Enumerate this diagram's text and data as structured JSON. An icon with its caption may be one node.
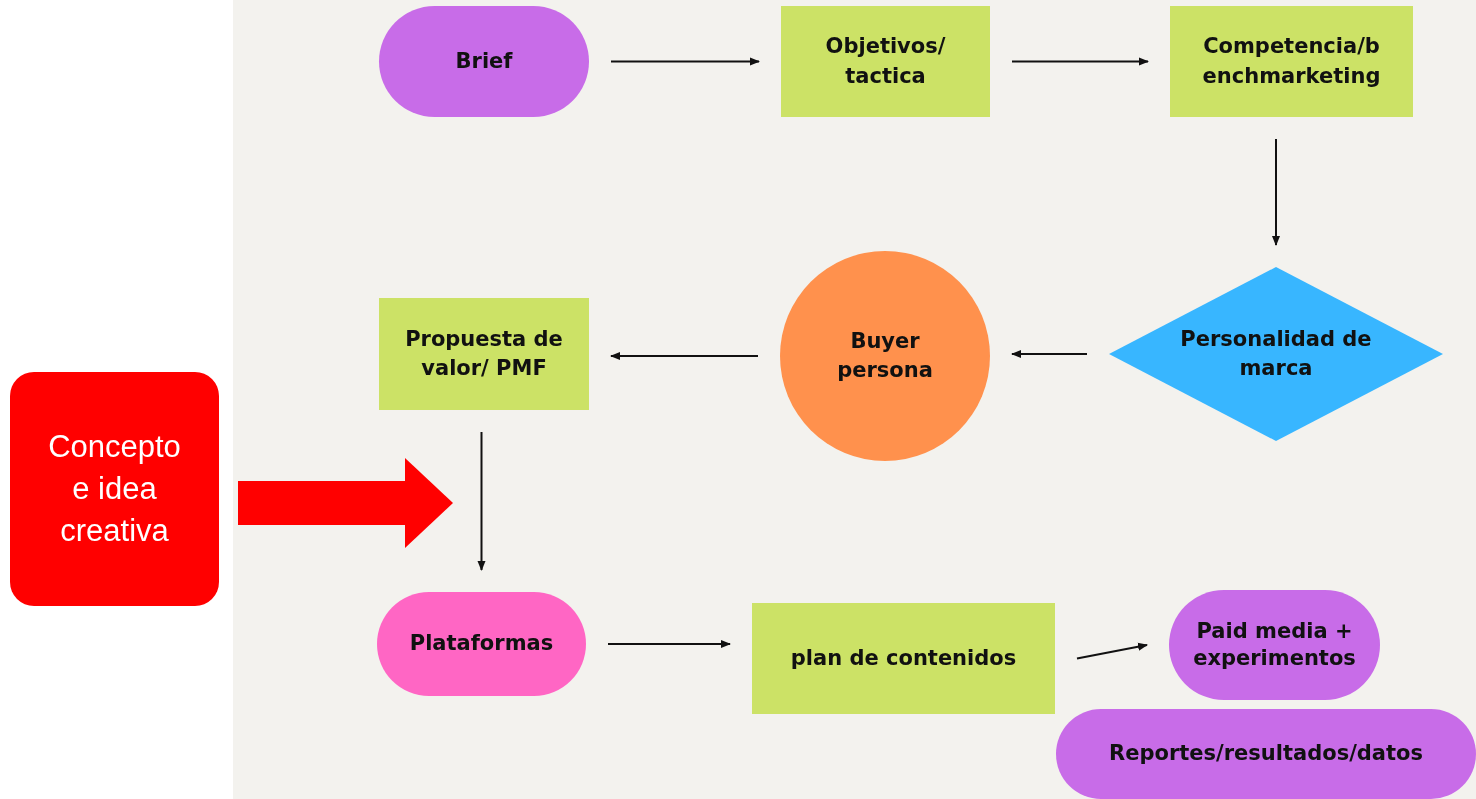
{
  "diagram": {
    "nodes": [
      {
        "text": [
          "Brief"
        ]
      },
      {
        "text": [
          "Objetivos/ tactica"
        ]
      },
      {
        "text": [
          "Competencia/b enchmarketing"
        ]
      },
      {
        "text": [
          "Personalidad de marca"
        ]
      },
      {
        "text": [
          "Buyer persona"
        ]
      },
      {
        "text": [
          "Propuesta de valor/ PMF"
        ]
      },
      {
        "text": [
          "Concepto e idea creativa"
        ]
      },
      {
        "text": [
          "Plataformas"
        ]
      },
      {
        "text": [
          "plan de contenidos"
        ]
      },
      {
        "text": [
          "Paid media + experimentos"
        ]
      },
      {
        "text": [
          "Reportes/resultados/datos"
        ]
      }
    ],
    "edges": [
      {
        "from": 0,
        "to": 1,
        "arrow": "to"
      },
      {
        "from": 1,
        "to": 2,
        "arrow": "to"
      },
      {
        "from": 2,
        "to": 3,
        "arrow": "to"
      },
      {
        "from": 3,
        "to": 4,
        "arrow": "to"
      },
      {
        "from": 4,
        "to": 5,
        "arrow": "to"
      },
      {
        "from": 5,
        "to": 7,
        "arrow": "to"
      },
      {
        "from": 7,
        "to": 8,
        "arrow": "to"
      },
      {
        "from": 8,
        "to": 9,
        "arrow": "to"
      },
      {
        "from": 6,
        "to": 7,
        "arrow": "to",
        "style": "thick",
        "color": "#ff0000"
      }
    ]
  }
}
